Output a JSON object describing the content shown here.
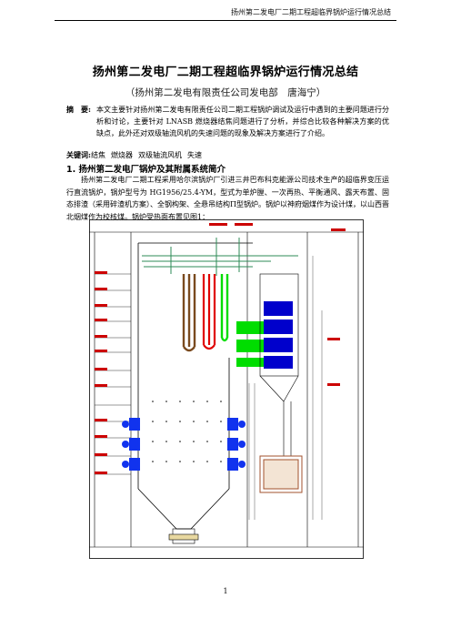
{
  "header": {
    "running_title": "扬州第二发电厂二期工程超临界锅炉运行情况总结"
  },
  "paper": {
    "title": "扬州第二发电厂二期工程超临界锅炉运行情况总结",
    "byline": "（扬州第二发电有限责任公司发电部　唐海宁）",
    "abstract_label": "摘　要:",
    "abstract_text": "本文主要针对扬州第二发电有限责任公司二期工程锅炉调试及运行中遇到的主要问题进行分析和讨论，主要针对 LNASB 燃烧器结焦问题进行了分析，并综合比较各种解决方案的优缺点，此外还对双级轴流风机的失速问题的现象及解决方案进行了介绍。",
    "keywords_label": "关键词:",
    "keywords": [
      "结焦",
      "燃烧器",
      "双级轴流风机",
      "失速"
    ],
    "section_title": "1.  扬州第二发电厂锅炉及其附属系统简介",
    "section_body": "扬州第二发电厂二期工程采用哈尔滨锅炉厂引进三井巴布科克能源公司技术生产的超临界变压运行直流锅炉，锅炉型号为 HG1956/25.4-YM，型式为单炉膛、一次再热、平衡通风、露天布置、固态排渣（采用碎渣机方案）、全钢构架、全悬吊结构Π型锅炉。锅炉以神府烟煤作为设计煤，以山西晋北烟煤作为校核煤。锅炉受热面布置见图1：",
    "page_number": "1"
  },
  "colors": {
    "drum_line": "#2e8b57",
    "superheater_brown": "#7a4a1e",
    "reheater_red": "#e00000",
    "green_panel": "#00dd00",
    "economizer_blue": "#0000cc",
    "burner_blue": "#1133ee",
    "air_heater_brown": "#a0522d"
  }
}
